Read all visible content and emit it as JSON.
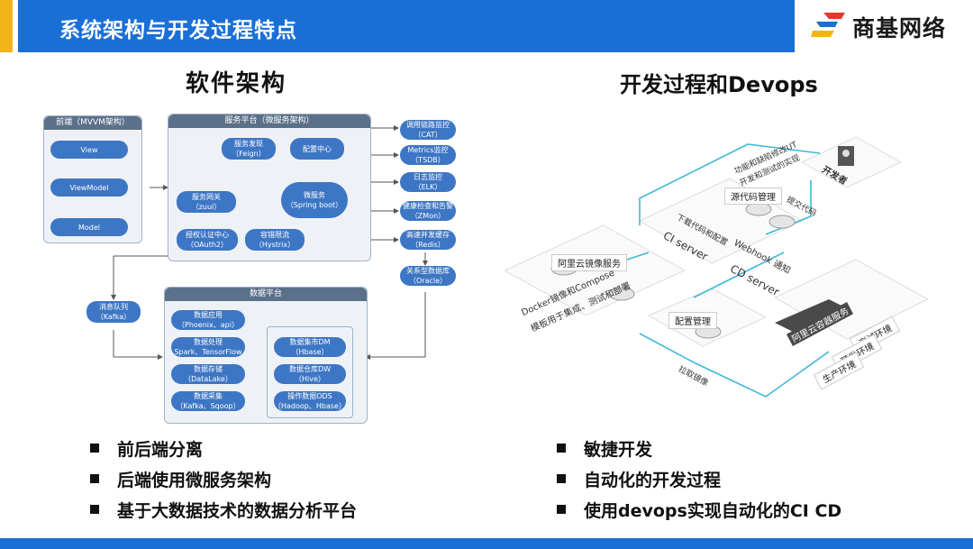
{
  "header": {
    "title": "系统架构与开发过程特点",
    "logo_text": "商基网络",
    "accent_color": "#f2b418",
    "bar_color": "#1a6fd6"
  },
  "left": {
    "title": "软件架构",
    "frontend": {
      "title": "前端（MVVM架构）",
      "items": [
        "View",
        "ViewModel",
        "Model"
      ]
    },
    "service": {
      "title": "服务平台（微服务架构）",
      "discovery": [
        "服务发现",
        "（Feign）"
      ],
      "config": "配置中心",
      "gateway": [
        "服务网关",
        "（zuul）"
      ],
      "micro": [
        "微服务",
        "（Spring boot）"
      ],
      "auth": [
        "授权认证中心",
        "（OAuth2）"
      ],
      "hystrix": [
        "容错限流",
        "（Hystrix）"
      ]
    },
    "monitors": [
      [
        "调用链路监控",
        "（CAT）"
      ],
      [
        "Metrics监控",
        "（TSDB）"
      ],
      [
        "日志监控",
        "（ELK）"
      ],
      [
        "健康检查和告警",
        "（ZMon）"
      ],
      [
        "高速并发缓存",
        "（Redis）"
      ],
      [
        "关系型数据库",
        "（Oracle）"
      ]
    ],
    "mq": [
      "消息队列",
      "（Kafka）"
    ],
    "data": {
      "title": "数据平台",
      "left": [
        [
          "数据应用",
          "（Phoenix、api）"
        ],
        [
          "数据处理",
          "Spark、TensorFlow"
        ],
        [
          "数据存储",
          "（DataLake）"
        ],
        [
          "数据采集",
          "（Kafka、Sqoop）"
        ]
      ],
      "right": [
        [
          "数据集市DM",
          "（Hbase）"
        ],
        [
          "数据仓库DW",
          "（Hive）"
        ],
        [
          "操作数据ODS",
          "（Hadoop、Hbase）"
        ]
      ]
    },
    "bullets": [
      "前后端分离",
      "后端使用微服务架构",
      "基于大数据技术的数据分析平台"
    ]
  },
  "right": {
    "title": "开发过程和Devops",
    "developer": "开发者",
    "source": "源代码管理",
    "aliyun": "阿里云镜像服务",
    "config_mgmt": "配置管理",
    "ci": "CI server",
    "cd": "CD server",
    "webhook": "Webhook 通知",
    "docker": [
      "Docker镜像和Compose",
      "模板用于集成、测试和部署"
    ],
    "aliyun_container": "阿里云容器服务",
    "envs": [
      "测试环境",
      "预发环境",
      "生产环境"
    ],
    "flow_labels": {
      "pull_code": "下载代码和配置",
      "commit": "提交代码",
      "pull_image": "拉取镜像",
      "dev_note": [
        "功能和缺陷修改UT",
        "开发和测试的实现"
      ]
    },
    "bullets": [
      "敏捷开发",
      "自动化的开发过程",
      "使用devops实现自动化的CI CD"
    ]
  }
}
